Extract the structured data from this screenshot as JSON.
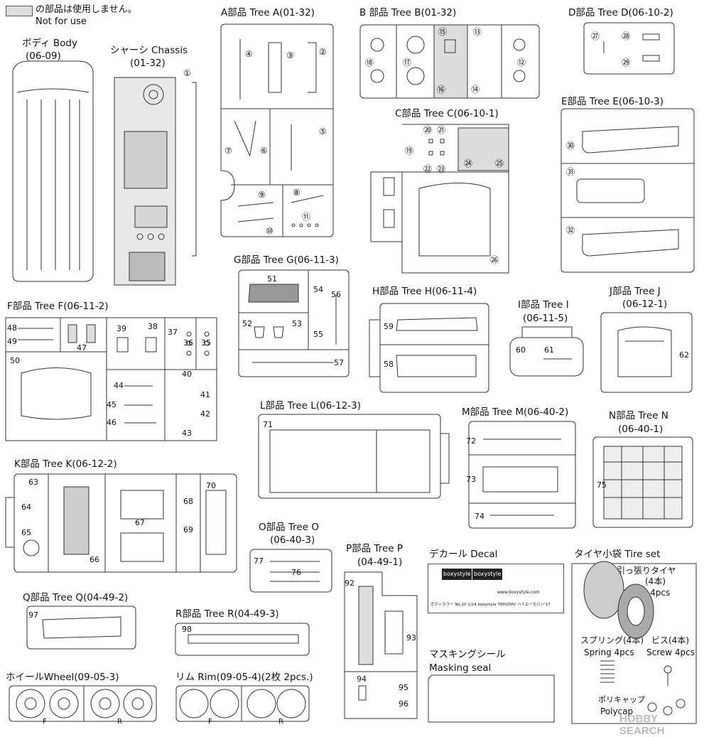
{
  "legend": {
    "jp": "の部品は使用しません。",
    "en": "Not for use"
  },
  "sections": {
    "body": {
      "title": "ボディ Body",
      "code": "(06-09)"
    },
    "chassis": {
      "title": "シャーシ Chassis",
      "code": "(01-32)"
    },
    "tree_a": {
      "title": "A部品 Tree A(01-32)"
    },
    "tree_b": {
      "title": "B 部品 Tree B(01-32)"
    },
    "tree_d": {
      "title": "D部品 Tree D(06-10-2)"
    },
    "tree_e": {
      "title": "E部品 Tree E(06-10-3)"
    },
    "tree_c": {
      "title": "C部品 Tree C(06-10-1)"
    },
    "tree_g": {
      "title": "G部品 Tree G(06-11-3)"
    },
    "tree_h": {
      "title": "H部品 Tree H(06-11-4)"
    },
    "tree_i": {
      "title": "I部品 Tree I",
      "code": "(06-11-5)"
    },
    "tree_j": {
      "title": "J部品 Tree J",
      "code": "(06-12-1)"
    },
    "tree_f": {
      "title": "F部品 Tree F(06-11-2)"
    },
    "tree_l": {
      "title": "L部品 Tree L(06-12-3)"
    },
    "tree_m": {
      "title": "M部品 Tree M(06-40-2)"
    },
    "tree_n": {
      "title": "N部品 Tree N",
      "code": "(06-40-1)"
    },
    "tree_k": {
      "title": "K部品 Tree K(06-12-2)"
    },
    "tree_o": {
      "title": "O部品 Tree O",
      "code": "(06-40-3)"
    },
    "tree_p": {
      "title": "P部品 Tree P",
      "code": "(04-49-1)"
    },
    "decal": {
      "title": "デカール Decal"
    },
    "tires": {
      "title": "タイヤ小袋 Tire set"
    },
    "tree_q": {
      "title": "Q部品 Tree Q(04-49-2)"
    },
    "tree_r": {
      "title": "R部品 Tree R(04-49-3)"
    },
    "wheel": {
      "title": "ホイールWheel(09-05-3)"
    },
    "rim": {
      "title": "リム Rim(09-05-4)(2枚 2pcs.)"
    },
    "masking": {
      "title_jp": "マスキングシール",
      "title_en": "Masking seal"
    }
  },
  "tire_set": {
    "tire_jp": "引っ張りタイヤ",
    "tire_qty_jp": "(4本)",
    "tire_en": "Tire 4pcs",
    "spring_jp": "スプリング(4本)",
    "spring_en": "Spring 4pcs",
    "screw_jp": "ビス(4本)",
    "screw_en": "Screw 4pcs",
    "polycap_jp": "ポリキャップ",
    "polycap_en": "Polycap"
  },
  "decal_sheet": {
    "brand": "boxystyle",
    "line1": "ボディカラー No.20 1/24 boxystyle TRH200V ハイエースバン'17",
    "url": "www.boxystyle.com"
  },
  "wheel_marks": [
    "F",
    "R"
  ],
  "watermark": "HOBBY SEARCH",
  "part_numbers": [
    "①",
    "②",
    "③",
    "④",
    "⑤",
    "⑥",
    "⑦",
    "⑧",
    "⑨",
    "⑩",
    "⑪",
    "⑫",
    "⑬",
    "⑭",
    "⑮",
    "⑯",
    "⑰",
    "⑱",
    "⑲",
    "⑳",
    "㉑",
    "㉒",
    "㉓",
    "㉔",
    "㉕",
    "㉖",
    "㉗",
    "㉘",
    "㉙",
    "㉚",
    "㉛",
    "㉜",
    "35",
    "36",
    "37",
    "38",
    "39",
    "40",
    "41",
    "42",
    "43",
    "44",
    "45",
    "46",
    "47",
    "48",
    "49",
    "50",
    "51",
    "52",
    "53",
    "54",
    "55",
    "56",
    "57",
    "58",
    "59",
    "60",
    "61",
    "62",
    "63",
    "64",
    "65",
    "66",
    "67",
    "68",
    "69",
    "70",
    "71",
    "72",
    "73",
    "74",
    "75",
    "76",
    "77",
    "92",
    "93",
    "94",
    "95",
    "96",
    "97",
    "98"
  ]
}
